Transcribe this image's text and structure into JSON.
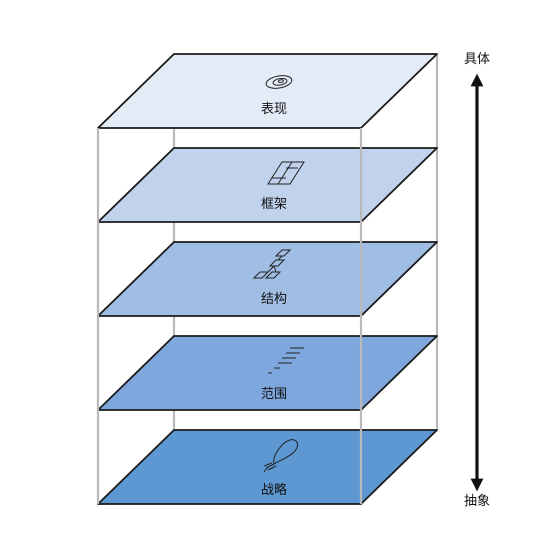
{
  "layers": [
    {
      "label": "表现",
      "icon": "eye-disc-icon",
      "color": "#e3ebf6"
    },
    {
      "label": "框架",
      "icon": "wireframe-icon",
      "color": "#c0d2ec"
    },
    {
      "label": "结构",
      "icon": "structure-icon",
      "color": "#a0bde4"
    },
    {
      "label": "范围",
      "icon": "list-lines-icon",
      "color": "#7ea8dd"
    },
    {
      "label": "战略",
      "icon": "lightbulb-icon",
      "color": "#5d98d3"
    }
  ],
  "axis": {
    "top_label": "具体",
    "bottom_label": "抽象"
  }
}
